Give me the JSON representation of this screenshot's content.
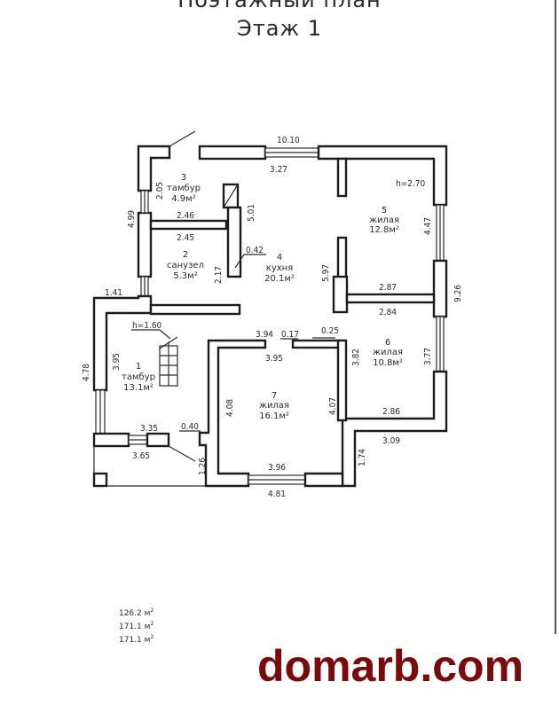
{
  "header": {
    "title": "Поэтажный план",
    "floor": "Этаж 1"
  },
  "plan": {
    "rooms": [
      {
        "number": "1",
        "name": "тамбур",
        "area": "13.1м²"
      },
      {
        "number": "2",
        "name": "санузел",
        "area": "5.3м²"
      },
      {
        "number": "3",
        "name": "тамбур",
        "area": "4.9м²"
      },
      {
        "number": "4",
        "name": "кухня",
        "area": "20.1м²"
      },
      {
        "number": "5",
        "name": "жилая",
        "area": "12.8м²"
      },
      {
        "number": "6",
        "name": "жилая",
        "area": "10.8м²"
      },
      {
        "number": "7",
        "name": "жилая",
        "area": "16.1м²"
      }
    ],
    "heights": {
      "main": "h=2.70",
      "stair": "h=1.60"
    },
    "dimensions": {
      "top_outer": "10.10",
      "top_inner": "3.27",
      "left_upper": "4.99",
      "tambur3_height": "2.05",
      "partition_top": "2.46",
      "partition_bottom": "2.45",
      "kitchen_col": "5.01",
      "col_width": "0.42",
      "sanuzel_height": "2.17",
      "offset_left": "1.41",
      "left_outer": "4.78",
      "tambur1_height": "3.95",
      "kitchen_right": "5.97",
      "room5_bottom_top": "2.87",
      "room5_bottom": "2.84",
      "room5_window": "4.47",
      "right_outer": "9.26",
      "room7_top_left": "3.94",
      "door_gap": "0.17",
      "wall_step": "0.25",
      "room7_top": "3.95",
      "room6_left": "3.82",
      "room6_window": "3.77",
      "room7_left": "4.08",
      "room7_right": "4.07",
      "room6_bottom": "2.86",
      "bottom_right_outer": "3.09",
      "porch_top": "3.35",
      "porch_bottom": "3.65",
      "pillar": "0.40",
      "porch_depth": "1.26",
      "room7_bottom": "3.96",
      "bottom_outer": "4.81",
      "right_step": "1.74"
    }
  },
  "totals": [
    {
      "value": "126.2",
      "unit": "м",
      "exp": "2"
    },
    {
      "value": "171.1",
      "unit": "м",
      "exp": "2"
    },
    {
      "value": "171.1",
      "unit": "м",
      "exp": "2"
    }
  ],
  "watermark": {
    "text": "domarb.com",
    "color": "#7c0a0a"
  }
}
